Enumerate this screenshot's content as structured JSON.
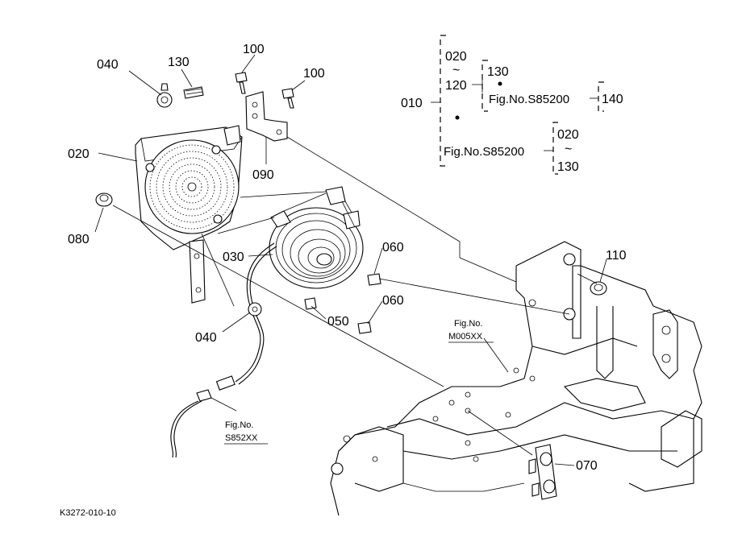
{
  "labels": {
    "p040a": "040",
    "p130": "130",
    "p100a": "100",
    "p100b": "100",
    "p020": "020",
    "p080": "080",
    "p090": "090",
    "p030": "030",
    "p060a": "060",
    "p060b": "060",
    "p050": "050",
    "p040b": "040",
    "p110": "110",
    "p070": "070"
  },
  "refs": {
    "m005_l1": "Fig.No.",
    "m005_l2": "M005XX",
    "s852_l1": "Fig.No.",
    "s852_l2": "S852XX"
  },
  "tree": {
    "root": "010",
    "top_from": "020",
    "tilde1": "~",
    "top_to": "120",
    "sub130": "130",
    "fig1": "Fig.No.S85200",
    "p140": "140",
    "fig2": "Fig.No.S85200",
    "sub020": "020",
    "tilde2": "~",
    "sub130b": "130"
  },
  "footer": {
    "code": "K3272-010-10"
  }
}
